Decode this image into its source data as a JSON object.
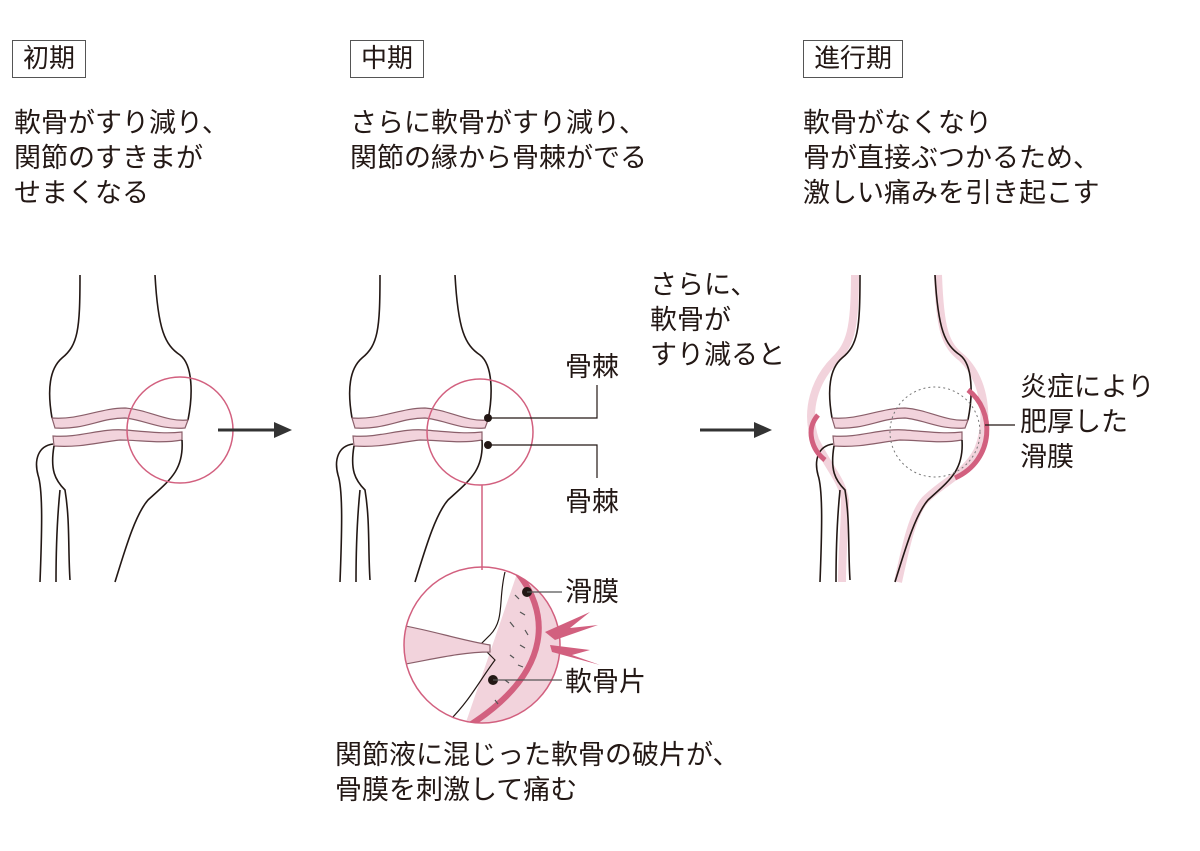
{
  "colors": {
    "line": "#231815",
    "pink": "#d2607f",
    "pink_fill": "#f2d3dc"
  },
  "stages": [
    {
      "title": "初期",
      "description": "軟骨がすり減り、\n関節のすきまが\nせまくなる"
    },
    {
      "title": "中期",
      "description": "さらに軟骨がすり減り、\n関節の縁から骨棘がでる"
    },
    {
      "title": "進行期",
      "description": "軟骨がなくなり\n骨が直接ぶつかるため、\n激しい痛みを引き起こす"
    }
  ],
  "transition_note": "さらに、\n軟骨が\nすり減ると",
  "labels": {
    "osteophyte_upper": "骨棘",
    "osteophyte_lower": "骨棘",
    "synovium": "滑膜",
    "cartilage_fragment": "軟骨片",
    "thickened_synovium": "炎症により\n肥厚した\n滑膜"
  },
  "caption": "関節液に混じった軟骨の破片が、\n骨膜を刺激して痛む"
}
